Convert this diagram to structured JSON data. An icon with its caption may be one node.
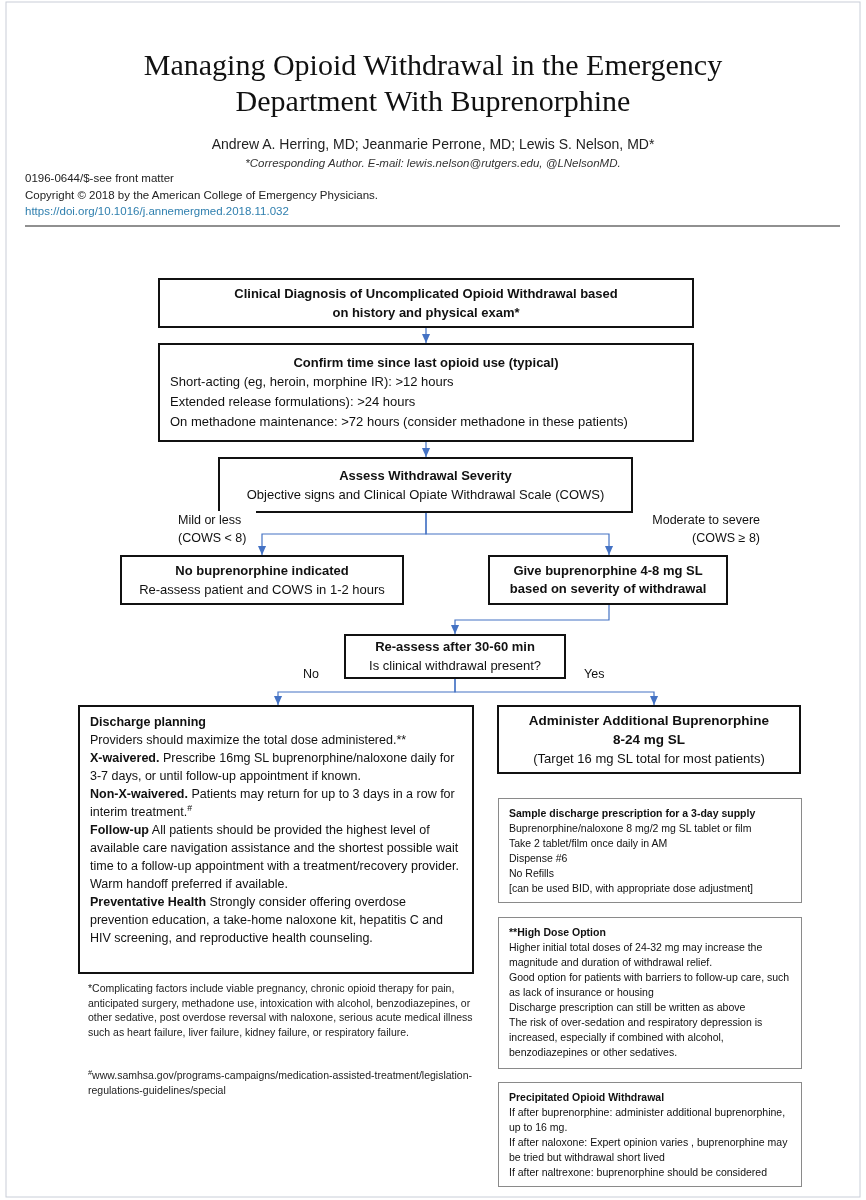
{
  "diagram": {
    "title": "Managing Opioid Withdrawal in the Emergency Department With Buprenorphine",
    "nodes": [
      {
        "text": [
          "Clinical Diagnosis of Uncomplicated Opioid Withdrawal based on history and physical exam*"
        ]
      },
      {
        "text": [
          "Confirm time since last opioid use (typical)",
          "Short-acting (eg, heroin, morphine IR): >12 hours",
          "Extended release formulations): >24 hours",
          "On methadone maintenance: >72 hours (consider methadone in these patients)"
        ]
      },
      {
        "text": [
          "Assess Withdrawal Severity",
          "Objective signs and Clinical Opiate Withdrawal Scale (COWS)"
        ]
      },
      {
        "text": [
          "No buprenorphine indicated",
          "Re-assess patient and COWS in 1-2 hours"
        ]
      },
      {
        "text": [
          "Give buprenorphine 4-8 mg SL based on severity of withdrawal"
        ]
      },
      {
        "text": [
          "Re-assess after 30-60 min",
          "Is clinical withdrawal present?"
        ]
      },
      {
        "text": [
          "Discharge planning",
          "Providers should maximize the total dose administered.**",
          "**X-waivered.** Prescribe 16mg SL buprenorphine/naloxone daily for 3-7 days, or until follow-up appointment if known.",
          "**Non-X-waivered.** Patients may return for up to 3 days in a row for interim treatment.$^{#}$",
          "**Follow-up** All patients should be provided the highest level of available care navigation assistance and the shortest possible wait time to a follow-up appointment with a treatment/recovery provider. Warm handoff preferred if available.",
          "**Preventative Health** Strongly consider offering overdose prevention education, a take-home naloxone kit, hepatitis C and HIV screening, and reproductive health counseling."
        ]
      },
      {
        "text": [
          "Administer Additional Buprenorphine 8-24 mg SL",
          "(Target 16 mg SL total for most patients)"
        ]
      },
      {
        "text": [
          "Sample discharge prescription for a 3-day supply",
          "Buprenorphine/naloxone 8 mg/2 mg SL tablet or film",
          "Take 2 tablet/film once daily in AM",
          "Dispense #6",
          "No Refills",
          "[can be used BID, with appropriate dose adjustment]"
        ]
      },
      {
        "text": [
          "**High Dose Option",
          "Higher initial total doses of 24-32 mg may increase the magnitude and duration of withdrawal relief.",
          "Good option for patients with barriers to follow-up care, such as lack of insurance or housing",
          "Discharge prescription can still be written as above",
          "The risk of over-sedation and respiratory depression is increased, especially if combined with alcohol, benzodiazepines or other sedatives."
        ]
      },
      {
        "text": [
          "Precipitated Opioid Withdrawal",
          "If after buprenorphine: administer additional buprenorphine, up to 16 mg.",
          "If after naloxone: Expert opinion varies , buprenorphine may be tried but withdrawal short lived",
          "If after naltrexone: buprenorphine should be considered"
        ]
      }
    ],
    "edges": [
      {
        "from": 0,
        "to": 1,
        "arrow": "to"
      },
      {
        "from": 1,
        "to": 2,
        "arrow": "to"
      },
      {
        "from": 2,
        "to": 3,
        "arrow": "to",
        "label": "Mild or less (COWS < 8)"
      },
      {
        "from": 2,
        "to": 4,
        "arrow": "to",
        "label": "Moderate to severe (COWS ≥ 8)"
      },
      {
        "from": 4,
        "to": 5,
        "arrow": "to"
      },
      {
        "from": 5,
        "to": 6,
        "arrow": "to",
        "label": "No"
      },
      {
        "from": 5,
        "to": 7,
        "arrow": "to",
        "label": "Yes"
      }
    ],
    "labels": [
      "Andrew A. Herring, MD; Jeanmarie Perrone, MD; Lewis S. Nelson, MD*",
      "*Corresponding Author. E-mail: lewis.nelson@rutgers.edu, @LNelsonMD.",
      "0196-0644/$-see front matter",
      "Copyright © 2018 by the American College of Emergency Physicians.",
      "https://doi.org/10.1016/j.annemergmed.2018.11.032",
      "*Complicating factors include viable pregnancy, chronic opioid therapy for pain, anticipated surgery, methadone use, intoxication with alcohol, benzodiazepines, or other sedative, post overdose reversal with naloxone, serious acute medical illness such as heart failure, liver failure, kidney failure, or respiratory failure.",
      "$^{#}$www.samhsa.gov/programs-campaigns/medication-assisted-treatment/legislation-regulations-guidelines/special"
    ]
  }
}
